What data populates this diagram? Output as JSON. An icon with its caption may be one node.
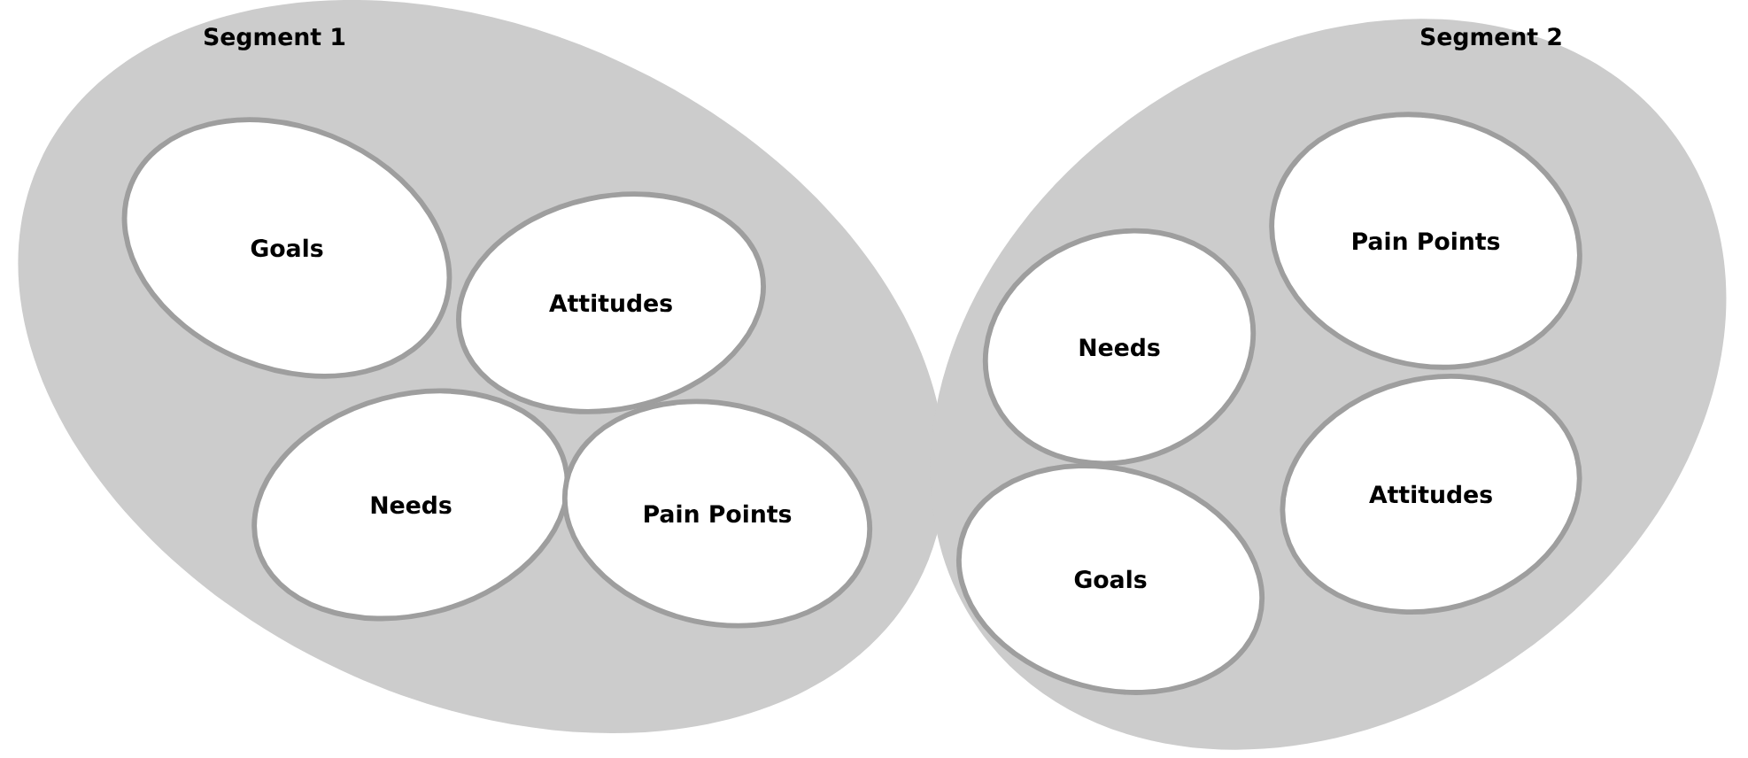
{
  "diagram": {
    "nodes": [
      {
        "text": [
          "Segment 1"
        ]
      },
      {
        "text": [
          "Goals"
        ],
        "in": 0
      },
      {
        "text": [
          "Attitudes"
        ],
        "in": 0
      },
      {
        "text": [
          "Needs"
        ],
        "in": 0
      },
      {
        "text": [
          "Pain Points"
        ],
        "in": 0
      },
      {
        "text": [
          "Segment 2"
        ]
      },
      {
        "text": [
          "Pain Points"
        ],
        "in": 5
      },
      {
        "text": [
          "Needs"
        ],
        "in": 5
      },
      {
        "text": [
          "Attitudes"
        ],
        "in": 5
      },
      {
        "text": [
          "Goals"
        ],
        "in": 5
      }
    ]
  }
}
